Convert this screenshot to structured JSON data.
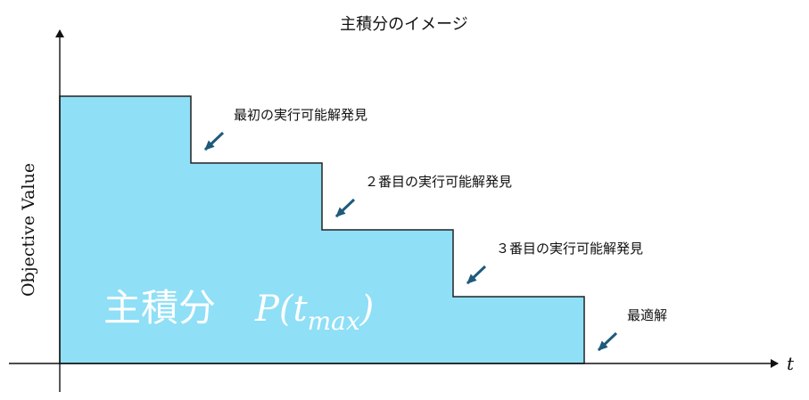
{
  "chart_data": {
    "type": "area",
    "title": "主積分のイメージ",
    "xlabel": "t",
    "ylabel": "Objective Value",
    "step_x": [
      0,
      1,
      2,
      3,
      4
    ],
    "step_y": [
      4,
      3,
      2,
      1,
      0
    ],
    "xlim": [
      0,
      5.5
    ],
    "ylim": [
      0,
      4.2
    ],
    "fill_color": "#8fdff6",
    "arrow_color": "#1e5a7a",
    "area_label": {
      "text": "主積分",
      "formula": "P(t",
      "subscript": "max",
      "close": ")"
    },
    "annotations": [
      {
        "text": "最初の実行可能解発見",
        "x": 1,
        "y": 3
      },
      {
        "text": "２番目の実行可能解発見",
        "x": 2,
        "y": 2
      },
      {
        "text": "３番目の実行可能解発見",
        "x": 3,
        "y": 1
      },
      {
        "text": "最適解",
        "x": 4,
        "y": 0
      }
    ]
  }
}
